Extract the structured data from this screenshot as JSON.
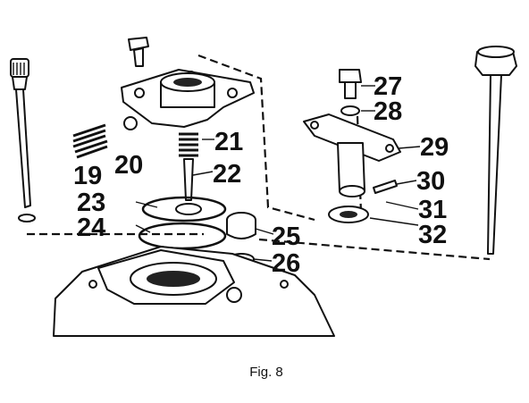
{
  "figure": {
    "caption": "Fig. 8",
    "callouts": [
      {
        "id": "19",
        "label": "19"
      },
      {
        "id": "20",
        "label": "20"
      },
      {
        "id": "21",
        "label": "21"
      },
      {
        "id": "22",
        "label": "22"
      },
      {
        "id": "23",
        "label": "23"
      },
      {
        "id": "24",
        "label": "24"
      },
      {
        "id": "25",
        "label": "25"
      },
      {
        "id": "26",
        "label": "26"
      },
      {
        "id": "27",
        "label": "27"
      },
      {
        "id": "28",
        "label": "28"
      },
      {
        "id": "29",
        "label": "29"
      },
      {
        "id": "30",
        "label": "30"
      },
      {
        "id": "31",
        "label": "31"
      },
      {
        "id": "32",
        "label": "32"
      }
    ]
  }
}
